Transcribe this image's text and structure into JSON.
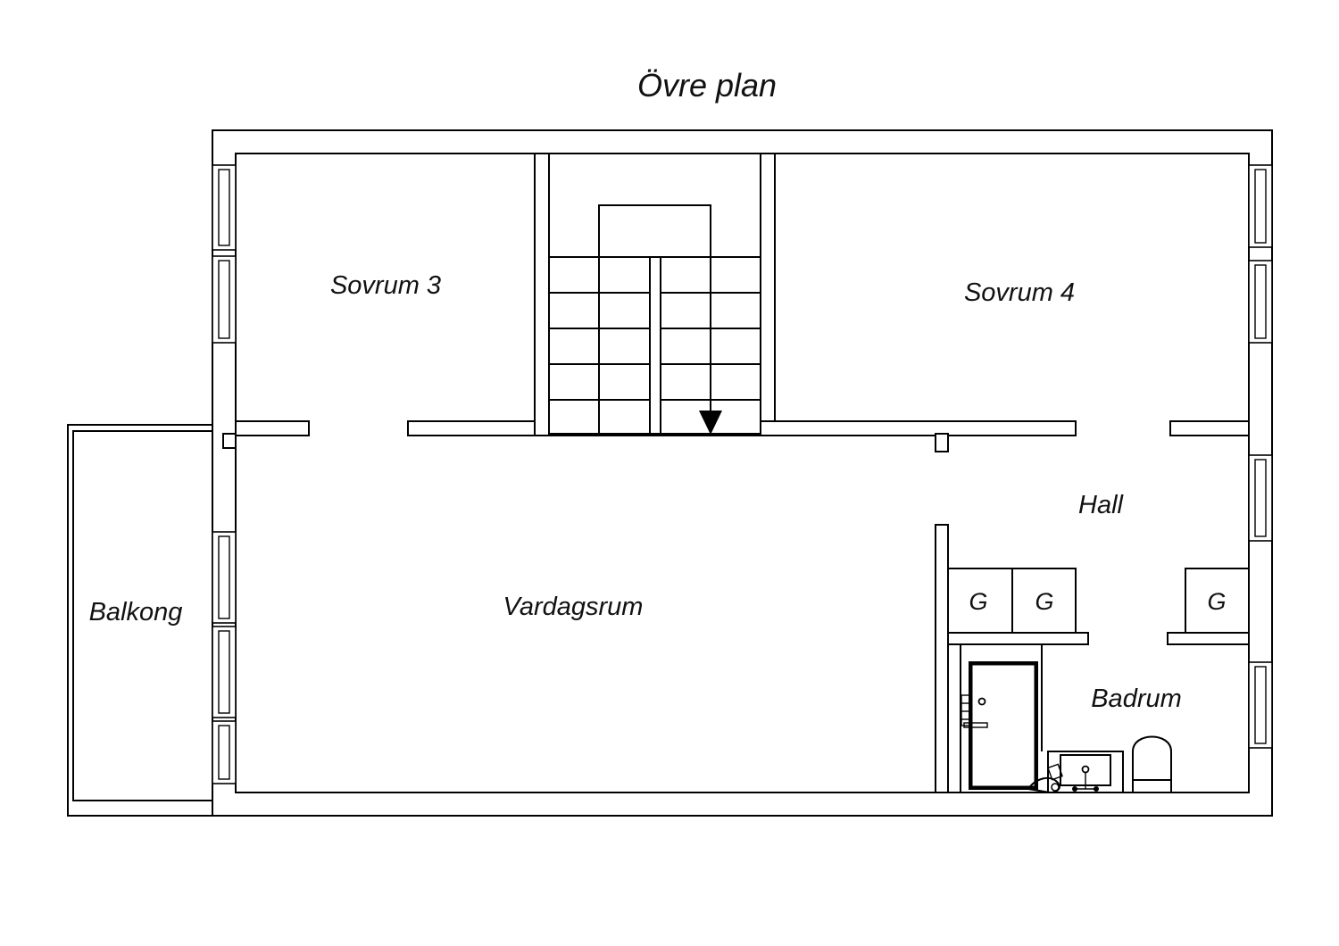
{
  "title": "Övre plan",
  "rooms": {
    "sovrum3": "Sovrum 3",
    "sovrum4": "Sovrum 4",
    "hall": "Hall",
    "vardagsrum": "Vardagsrum",
    "balkong": "Balkong",
    "badrum": "Badrum"
  },
  "closets": [
    "G",
    "G",
    "G"
  ]
}
